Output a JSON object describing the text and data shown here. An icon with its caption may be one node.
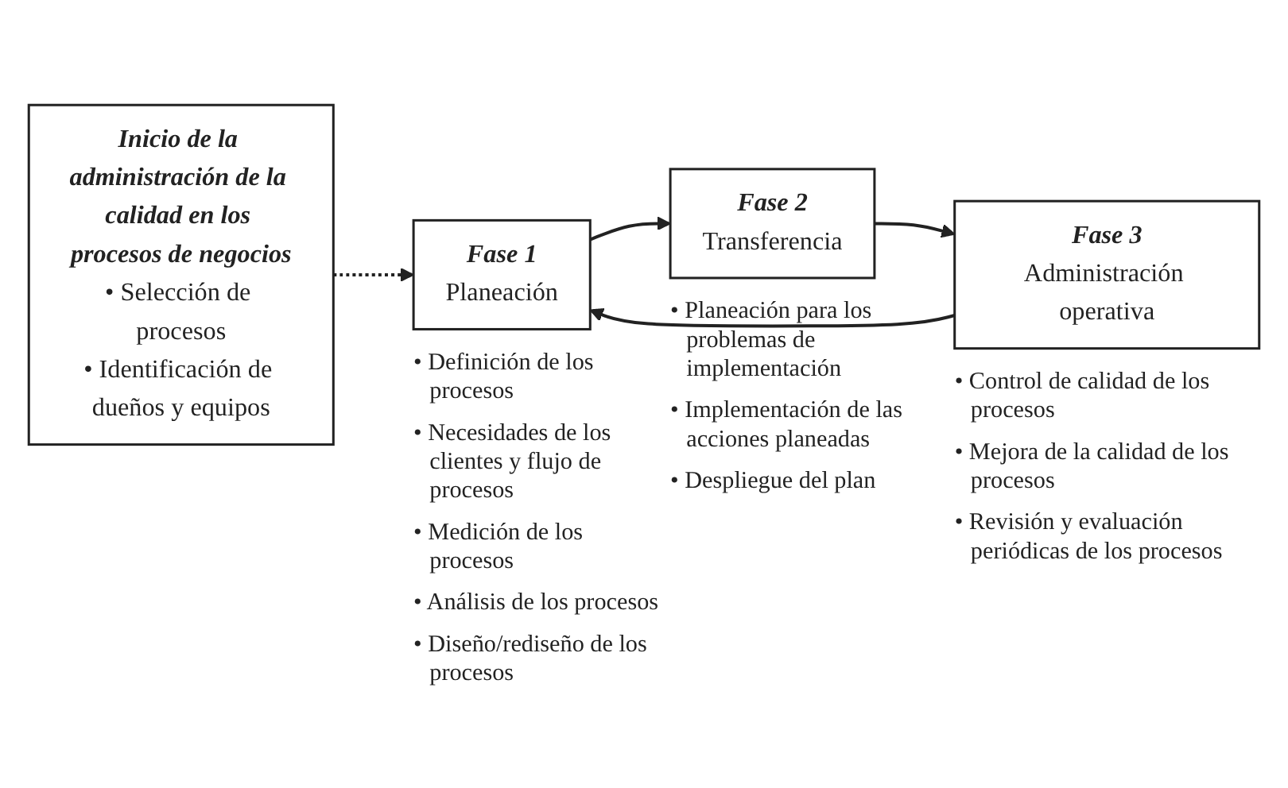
{
  "diagram": {
    "nodes": [
      {
        "text": [
          "Inicio de la administración de la calidad en los procesos de negocios",
          "• Selección de procesos",
          "• Identificación de dueños y equipos"
        ]
      },
      {
        "text": [
          "Fase 1",
          "Planeación"
        ],
        "beside": [
          "• Definición de los procesos",
          "• Necesidades de los clientes y flujo de procesos",
          "• Medición de los procesos",
          "• Análisis de los procesos",
          "• Diseño/rediseño de los procesos"
        ]
      },
      {
        "text": [
          "Fase 2",
          "Transferencia"
        ],
        "beside": [
          "• Planeación para los problemas de implementación",
          "• Implementación de las acciones planeadas",
          "• Despliegue del plan"
        ]
      },
      {
        "text": [
          "Fase 3",
          "Administración operativa"
        ],
        "beside": [
          "• Control de calidad de los procesos",
          "• Mejora de la calidad de los procesos",
          "• Revisión y evaluación periódicas de los procesos"
        ]
      }
    ],
    "edges": [
      {
        "from": 0,
        "to": 1,
        "arrow": "to",
        "style": "dashed"
      },
      {
        "from": 1,
        "to": 2,
        "arrow": "to"
      },
      {
        "from": 2,
        "to": 3,
        "arrow": "to"
      },
      {
        "from": 3,
        "to": 1,
        "arrow": "to"
      }
    ]
  }
}
